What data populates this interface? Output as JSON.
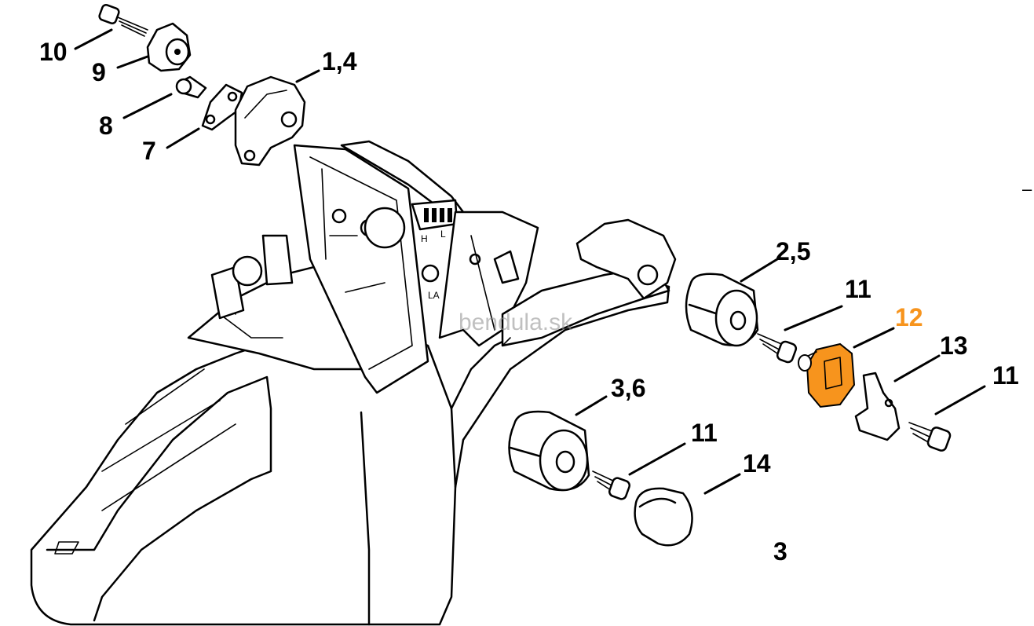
{
  "labels": {
    "part_10": "10",
    "part_9": "9",
    "part_8": "8",
    "part_7": "7",
    "part_1_4": "1,4",
    "part_2_5": "2,5",
    "part_11_a": "11",
    "part_12": "12",
    "part_13": "13",
    "part_11_b": "11",
    "part_3_6": "3,6",
    "part_11_c": "11",
    "part_14": "14",
    "part_3": "3",
    "tick_mark": "–"
  },
  "housing_markings": {
    "h": "H",
    "l": "L",
    "la": "LA"
  },
  "watermark": "bendula.sk",
  "colors": {
    "highlight": "#f7941d",
    "ink": "#000000",
    "background": "#ffffff"
  }
}
